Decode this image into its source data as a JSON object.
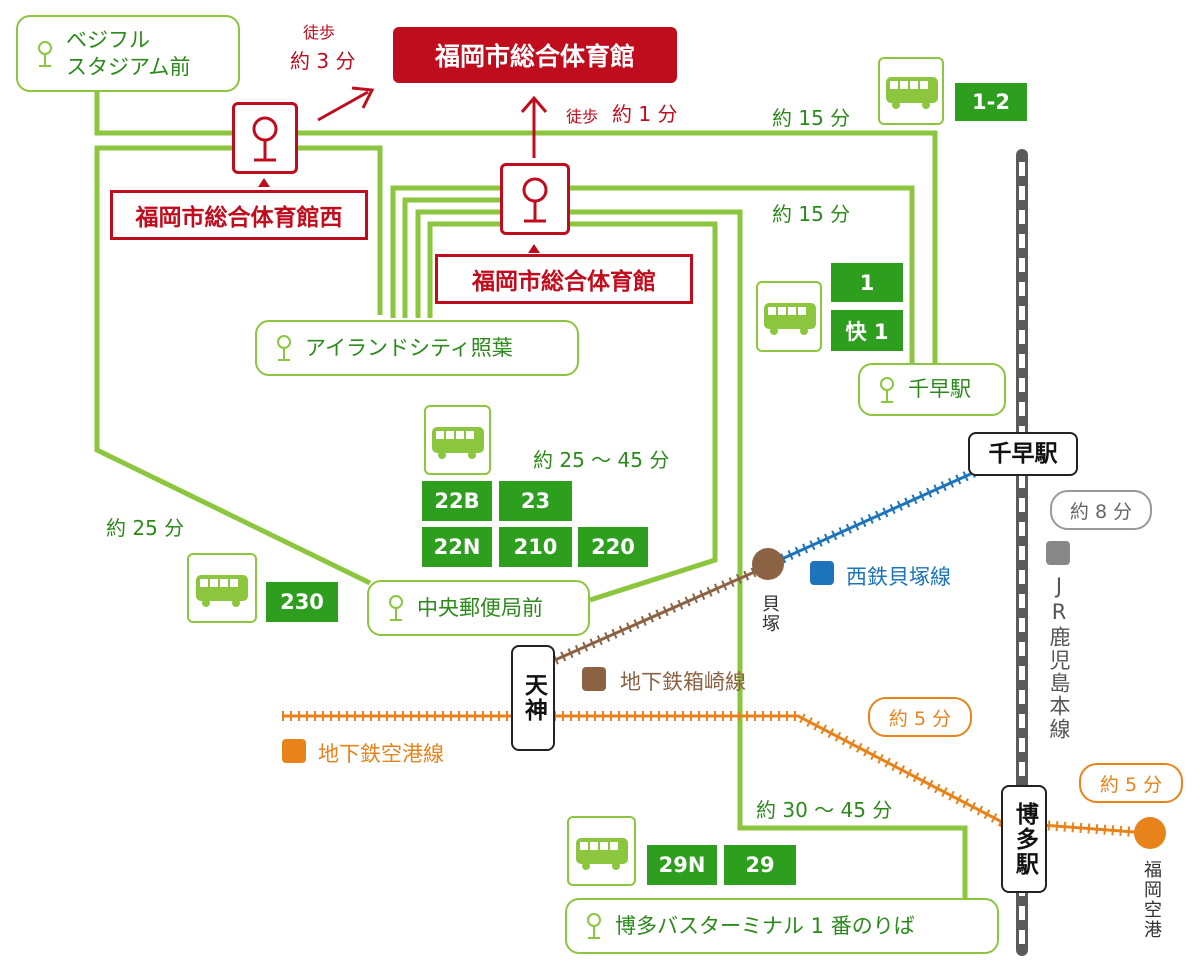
{
  "destination": {
    "title": "福岡市総合体育館"
  },
  "walk": {
    "label_top": "徒歩",
    "time_3": "約 3 分",
    "label_1": "徒歩",
    "time_1": "約 1 分"
  },
  "bus_stops": {
    "vegifull_line1": "ベジフル",
    "vegifull_line2": "スタジアム前",
    "gym_west": "福岡市総合体育館西",
    "gym": "福岡市総合体育館",
    "island_city": "アイランドシティ照葉",
    "chihaya": "千早駅",
    "chuo_post": "中央郵便局前",
    "hakata_bt": "博多バスターミナル 1 番のりば"
  },
  "travel_times": {
    "route_1_2": "約 15 分",
    "route_1_kai1": "約 15 分",
    "route_22": "約 25 ～ 45 分",
    "route_230": "約 25 分",
    "route_29": "約 30 ～ 45 分",
    "seitetsu": "約 8 分",
    "airport_line_tenjin": "約 5 分",
    "airport_line_airport": "約 5 分"
  },
  "route_badges": {
    "r1_2": "1-2",
    "r1": "1",
    "kai1": "快 1",
    "r22b": "22B",
    "r23": "23",
    "r22n": "22N",
    "r210": "210",
    "r220": "220",
    "r230": "230",
    "r29n": "29N",
    "r29": "29"
  },
  "stations": {
    "chihaya": "千早駅",
    "tenjin": "天神",
    "hakata": "博多駅",
    "kaizuka": "貝塚",
    "fukuoka_airport": "福岡空港"
  },
  "rail_lines": {
    "nishitetsu_kaizuka": "西鉄貝塚線",
    "hakozaki": "地下鉄箱崎線",
    "airport": "地下鉄空港線",
    "jr_kagoshima": "JR鹿児島本線"
  },
  "colors": {
    "bus_route": "#8cc63f",
    "badge": "#2e9e1f",
    "destination": "#c00d1e",
    "nishitetsu": "#1d74ba",
    "hakozaki": "#8b6344",
    "airport_line": "#e8821a",
    "jr": "#888888"
  },
  "icons": [
    "bus-icon",
    "bus-stop-pin-icon",
    "train-icon",
    "arrow-up-icon",
    "arrow-upright-icon"
  ]
}
